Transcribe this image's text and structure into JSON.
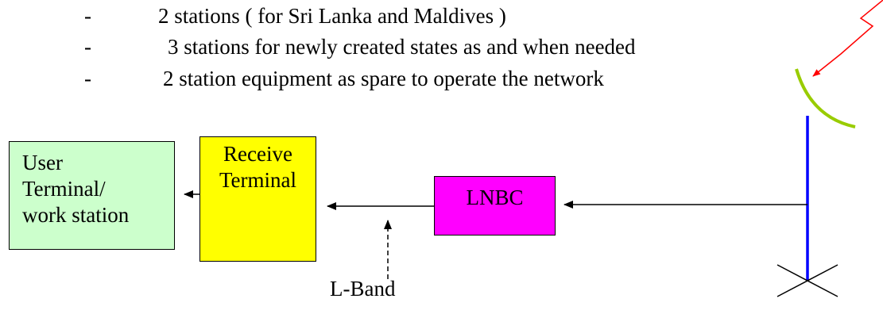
{
  "bullets": [
    {
      "dash": "-",
      "text": "2 stations ( for Sri Lanka and Maldives )"
    },
    {
      "dash": "-",
      "text": "3 stations for newly created states as and when needed"
    },
    {
      "dash": "-",
      "text": "2 station equipment as spare to operate the network"
    }
  ],
  "blocks": {
    "user_terminal": {
      "lines": [
        "User",
        "Terminal/",
        "work station"
      ],
      "color": "#ccffcc"
    },
    "receive_terminal": {
      "lines": [
        "Receive",
        "Terminal"
      ],
      "color": "#ffff00"
    },
    "lnbc": {
      "label": "LNBC",
      "color": "#ff00ff"
    }
  },
  "labels": {
    "l_band": "L-Band"
  },
  "colors": {
    "dish": "#99cc00",
    "mast": "#0000ff",
    "signal_arrow": "#ff0000"
  }
}
